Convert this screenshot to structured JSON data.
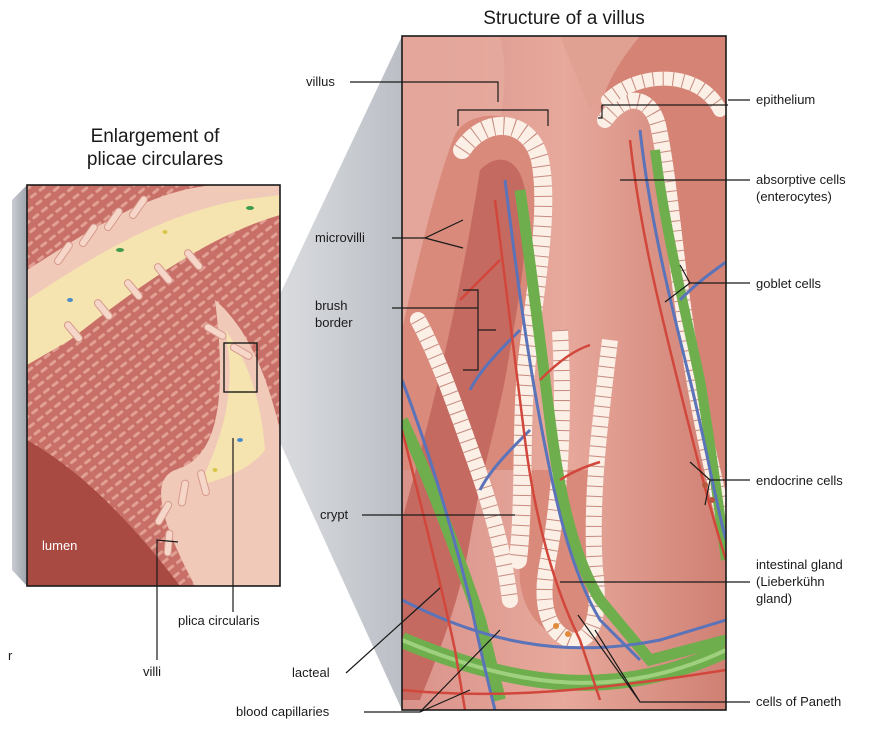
{
  "titles": {
    "left": [
      "Enlargement of",
      "plicae circulares"
    ],
    "right": "Structure of a villus"
  },
  "labels": {
    "lumen": "lumen",
    "villi": "villi",
    "plica_circularis": "plica circularis",
    "villus": "villus",
    "microvilli": "microvilli",
    "brush_border": [
      "brush",
      "border"
    ],
    "crypt": "crypt",
    "lacteal": "lacteal",
    "blood_capillaries": "blood capillaries",
    "epithelium": "epithelium",
    "absorptive_cells": [
      "absorptive cells",
      "(enterocytes)"
    ],
    "goblet_cells": "goblet cells",
    "endocrine_cells": "endocrine cells",
    "intestinal_gland": [
      "intestinal gland",
      "(Lieberkühn",
      "gland)"
    ],
    "cells_of_paneth": "cells of Paneth",
    "stray_mark": "r"
  },
  "colors": {
    "tissue_dark": "#b4574f",
    "tissue_mid": "#d88e80",
    "tissue_light": "#efc3b3",
    "epithelium_cell": "#fbefe6",
    "lumen_fill": "#a94a42",
    "submucosa_yellow": "#f5e3b0",
    "lacteal_green": "#6fae4d",
    "vein_blue": "#5b73b8",
    "artery_red": "#d2473c",
    "panel_shadow": "#b9bdc3",
    "leader_line": "#1a1a1a"
  }
}
